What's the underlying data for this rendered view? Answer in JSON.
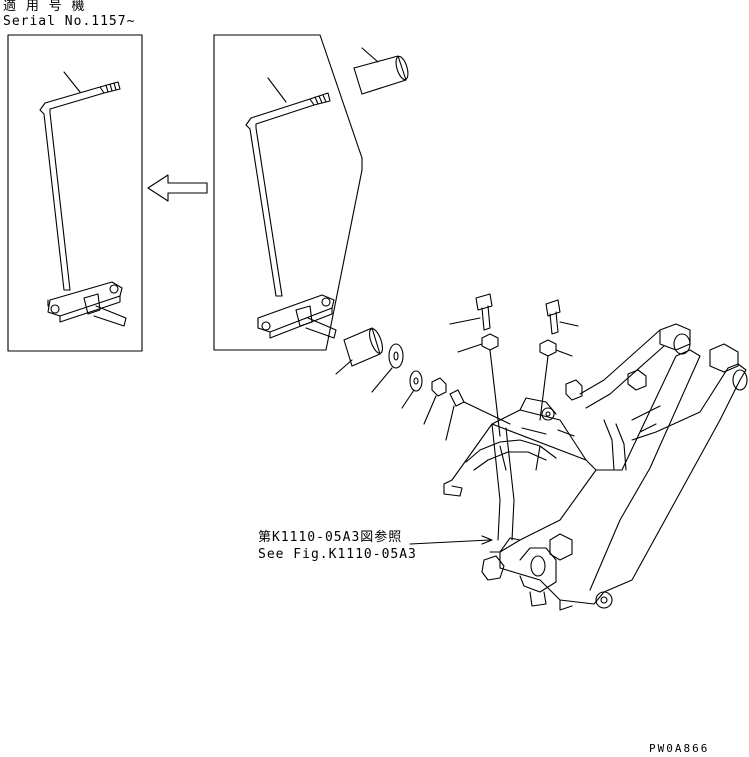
{
  "header": {
    "applicable_serial_jp": "適 用 号 機",
    "applicable_serial_en": "Serial No.1157~"
  },
  "reference": {
    "jp": "第K1110-05A3図参照",
    "en": "See Fig.K1110-05A3"
  },
  "drawing_code": "PW0A866"
}
